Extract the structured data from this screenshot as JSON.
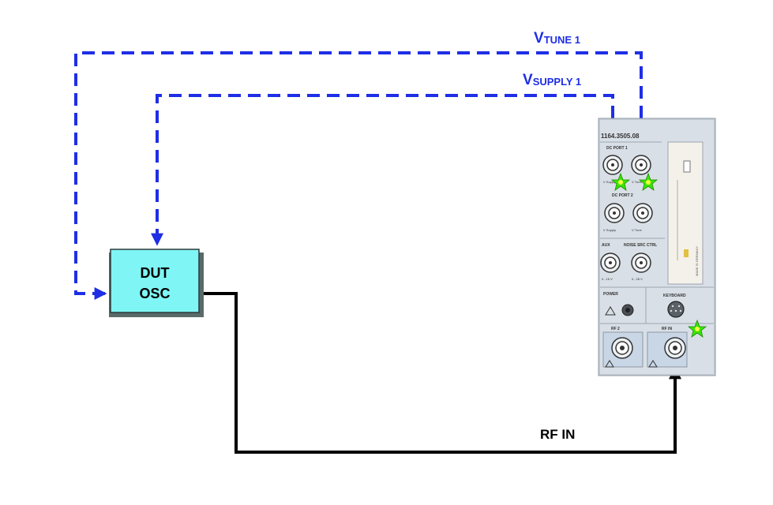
{
  "dut": {
    "line1": "DUT",
    "line2": "OSC"
  },
  "labels": {
    "vtune_main": "V",
    "vtune_sub": "TUNE 1",
    "vsupply_main": "V",
    "vsupply_sub": "SUPPLY 1",
    "rf_in": "RF IN"
  },
  "instrument": {
    "part_number": "1164.3505.08",
    "dc_port1": "DC PORT 1",
    "dc_port2": "DC PORT 2",
    "aux": "AUX",
    "noise_src_ctrl": "NOISE SRC CTRL",
    "power": "POWER",
    "keyboard": "KEYBOARD",
    "rf2": "RF 2",
    "rf_in": "RF IN",
    "vsupply_small": "V Supply",
    "vtune_small": "V Tune",
    "range1": "0...16 V",
    "range2": "0...28 V",
    "made_in": "MADE IN GERMANY"
  },
  "colors": {
    "dashed_line": "#1e2ee6",
    "rf_line": "#000000",
    "dut_fill": "#7ff6f5",
    "panel": "#d2dbe6",
    "highlight": "#39e600"
  }
}
